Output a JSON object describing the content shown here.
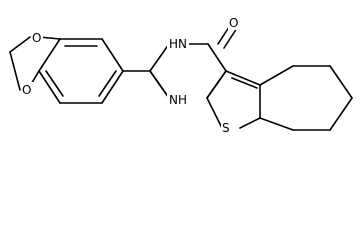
{
  "molecule": {
    "atom_labels": {
      "dioxole_o_top": "O",
      "dioxole_o_bottom": "O",
      "nh_top": "H",
      "n_top": "N",
      "carbonyl_o": "O",
      "n_bottom": "N",
      "nh_bottom": "H",
      "thiophene_s": "S"
    }
  }
}
